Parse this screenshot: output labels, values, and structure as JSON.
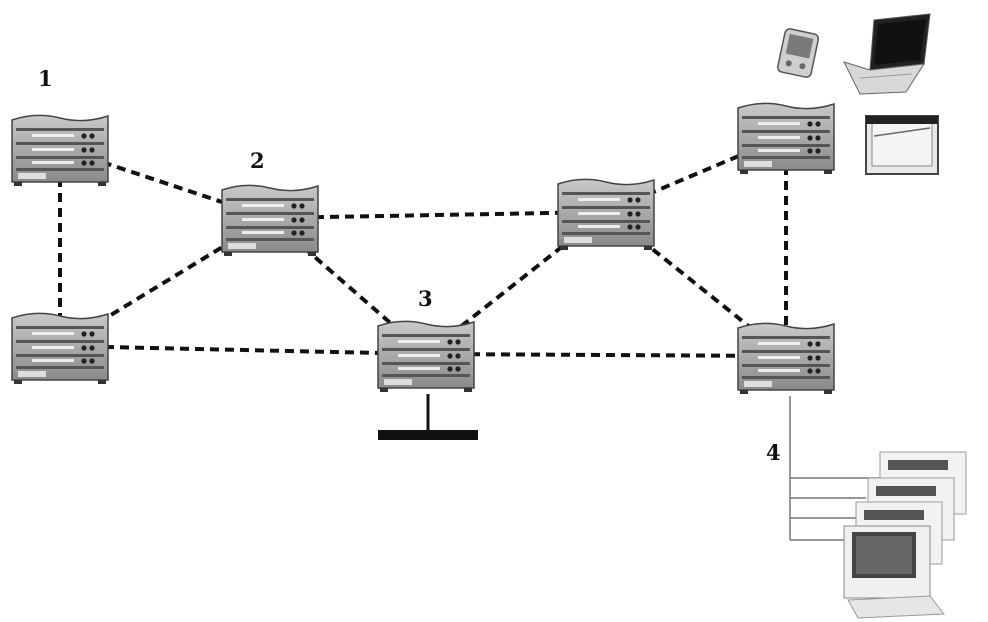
{
  "labels": {
    "node1": "1",
    "node2": "2",
    "node3": "3",
    "node4": "4"
  },
  "nodes": [
    {
      "id": "r1",
      "icon": "router-icon"
    },
    {
      "id": "r2",
      "icon": "router-icon"
    },
    {
      "id": "r3",
      "icon": "router-icon"
    },
    {
      "id": "r4",
      "icon": "router-icon"
    },
    {
      "id": "r5",
      "icon": "router-icon"
    },
    {
      "id": "r6",
      "icon": "router-icon"
    },
    {
      "id": "r7",
      "icon": "router-icon"
    }
  ],
  "links": [
    [
      "r1",
      "r2"
    ],
    [
      "r1",
      "r4"
    ],
    [
      "r4",
      "r2"
    ],
    [
      "r4",
      "r3"
    ],
    [
      "r2",
      "r3"
    ],
    [
      "r2",
      "r5"
    ],
    [
      "r3",
      "r5"
    ],
    [
      "r3",
      "r7"
    ],
    [
      "r5",
      "r6"
    ],
    [
      "r5",
      "r7"
    ],
    [
      "r6",
      "r7"
    ]
  ],
  "devices": [
    "pda-icon",
    "laptop-icon",
    "tablet-icon",
    "computer-workstations-icon",
    "lan-bus-icon"
  ],
  "colors": {
    "line": "#111111",
    "router_body": "#9a9a9a",
    "router_dark": "#555555"
  }
}
